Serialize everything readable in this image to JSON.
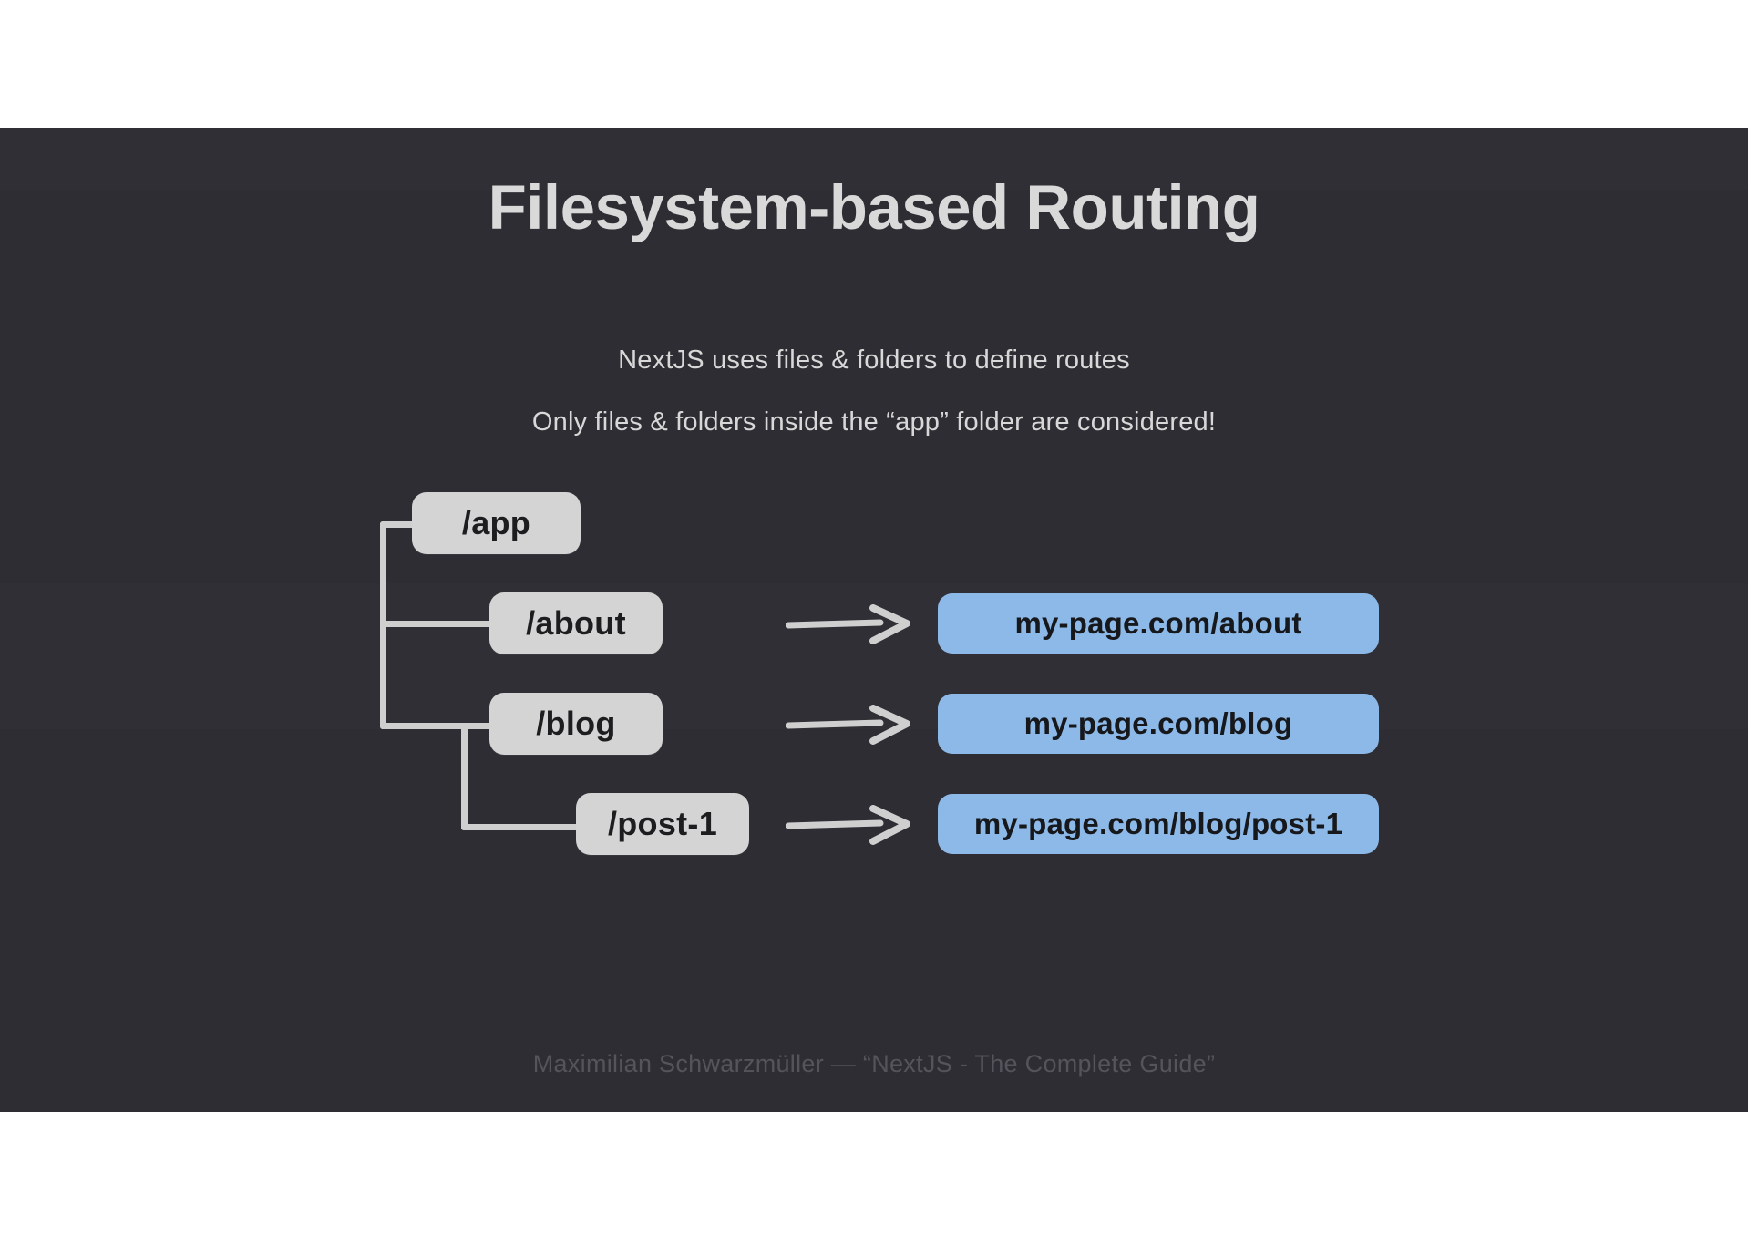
{
  "slide": {
    "background_color": "#2e2d33",
    "title": "Filesystem-based Routing",
    "subtitle_lines": [
      "NextJS uses files & folders to define routes",
      "Only files & folders inside the “app” folder are considered!"
    ],
    "footer": "Maximilian Schwarzmüller — “NextJS - The Complete Guide”",
    "colors": {
      "title_text": "#d9d9d9",
      "body_text": "#d8d8d8",
      "folder_chip": "#d4d4d4",
      "folder_chip_text": "#1d1d1f",
      "url_chip": "#8cb9e8",
      "url_chip_text": "#17181c",
      "connector": "#cfcfcf",
      "footer_text": "#55545b"
    }
  },
  "diagram": {
    "folders": [
      {
        "label": "/app",
        "level": 0
      },
      {
        "label": "/about",
        "level": 1
      },
      {
        "label": "/blog",
        "level": 1
      },
      {
        "label": "/post-1",
        "level": 2
      }
    ],
    "urls": [
      {
        "label": "my-page.com/about"
      },
      {
        "label": "my-page.com/blog"
      },
      {
        "label": "my-page.com/blog/post-1"
      }
    ],
    "arrow_icon": "arrow-right-icon",
    "mappings": [
      {
        "from": "/about",
        "to": "my-page.com/about"
      },
      {
        "from": "/blog",
        "to": "my-page.com/blog"
      },
      {
        "from": "/post-1",
        "to": "my-page.com/blog/post-1"
      }
    ]
  }
}
